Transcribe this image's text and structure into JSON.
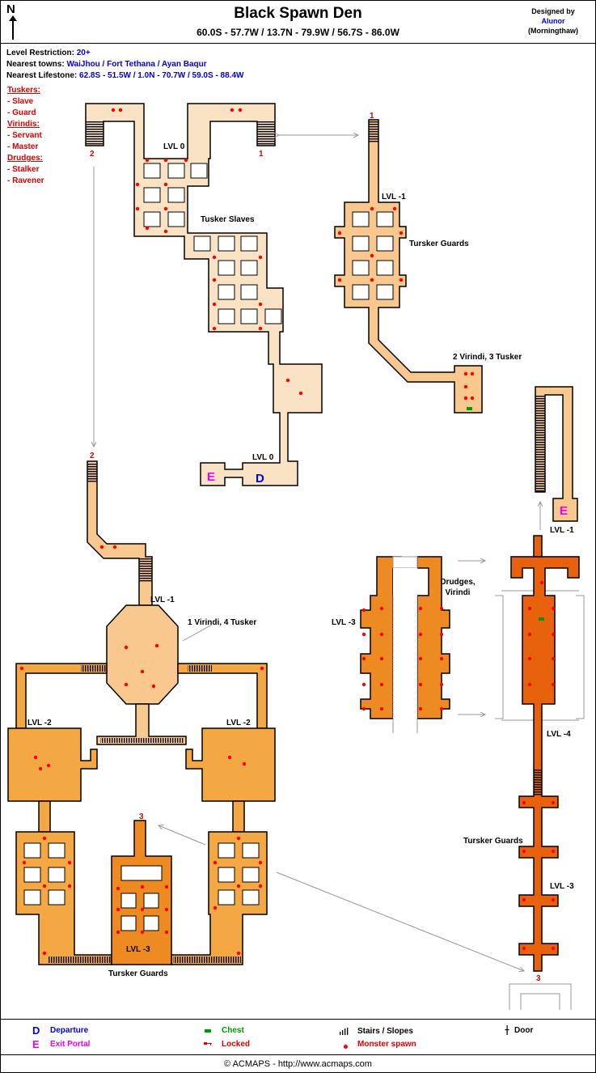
{
  "header": {
    "title": "Black Spawn Den",
    "coordinates": "60.0S - 57.7W / 13.7N - 79.9W / 56.7S - 86.0W",
    "designed_by_label": "Designed by",
    "author": "Alunor",
    "server": "(Morningthaw)",
    "compass_letter": "N"
  },
  "info": {
    "level_label": "Level Restriction:",
    "level_value": "20+",
    "towns_label": "Nearest towns:",
    "towns_value": "WaiJhou / Fort Tethana / Ayan Baqur",
    "lifestone_label": "Nearest Lifestone:",
    "lifestone_value": "62.8S - 51.5W / 1.0N - 70.7W / 59.0S - 88.4W"
  },
  "monsters": [
    {
      "group": "Tuskers:",
      "types": [
        "- Slave",
        "- Guard"
      ]
    },
    {
      "group": "Virindis:",
      "types": [
        "- Servant",
        "- Master"
      ]
    },
    {
      "group": "Drudges:",
      "types": [
        "- Stalker",
        "- Ravener"
      ]
    }
  ],
  "map_labels": {
    "lvl0_top": "LVL 0",
    "lvl0_bottom": "LVL 0",
    "tusker_slaves": "Tusker Slaves",
    "lvl_m1_top": "LVL -1",
    "turskers_guards_top": "Tursker Guards",
    "virindi_tusker_2_3": "2 Virindi, 3 Tusker",
    "lvl_m1_right": "LVL -1",
    "lvl_m1_left": "LVL -1",
    "virindi_tusker_1_4": "1 Virindi, 4 Tusker",
    "lvl_m2_left": "LVL -2",
    "lvl_m2_right": "LVL -2",
    "lvl_m3_bottom": "LVL -3",
    "turskers_guards_bottom": "Tursker Guards",
    "lvl_m3_mid": "LVL -3",
    "drudges_virindi": "Drudges,\nVirindi",
    "lvl_m4": "LVL -4",
    "turskers_guards_right": "Tursker Guards",
    "lvl_m3_right": "LVL -3",
    "departure_marker": "D",
    "exit_marker": "E",
    "exit_marker_right": "E",
    "stairs_1a": "1",
    "stairs_1b": "1",
    "stairs_2a": "2",
    "stairs_2b": "2",
    "stairs_3a": "3",
    "stairs_3b": "3"
  },
  "legend": {
    "departure_symbol": "D",
    "departure": "Departure",
    "exit_symbol": "E",
    "exit": "Exit Portal",
    "chest": "Chest",
    "locked": "Locked",
    "stairs": "Stairs / Slopes",
    "monster": "Monster spawn",
    "door": "Door"
  },
  "footer": "© ACMAPS - http://www.acmaps.com",
  "colors": {
    "lvl0": "#f9e3c4",
    "lvl_m1": "#f8c88e",
    "lvl_m2": "#f4a844",
    "lvl_m3": "#ee8a22",
    "lvl_m4": "#e8620e",
    "spawn": "#ff0000",
    "departure": "#0000ee",
    "exit": "#ee00ee",
    "chest": "#009900"
  }
}
